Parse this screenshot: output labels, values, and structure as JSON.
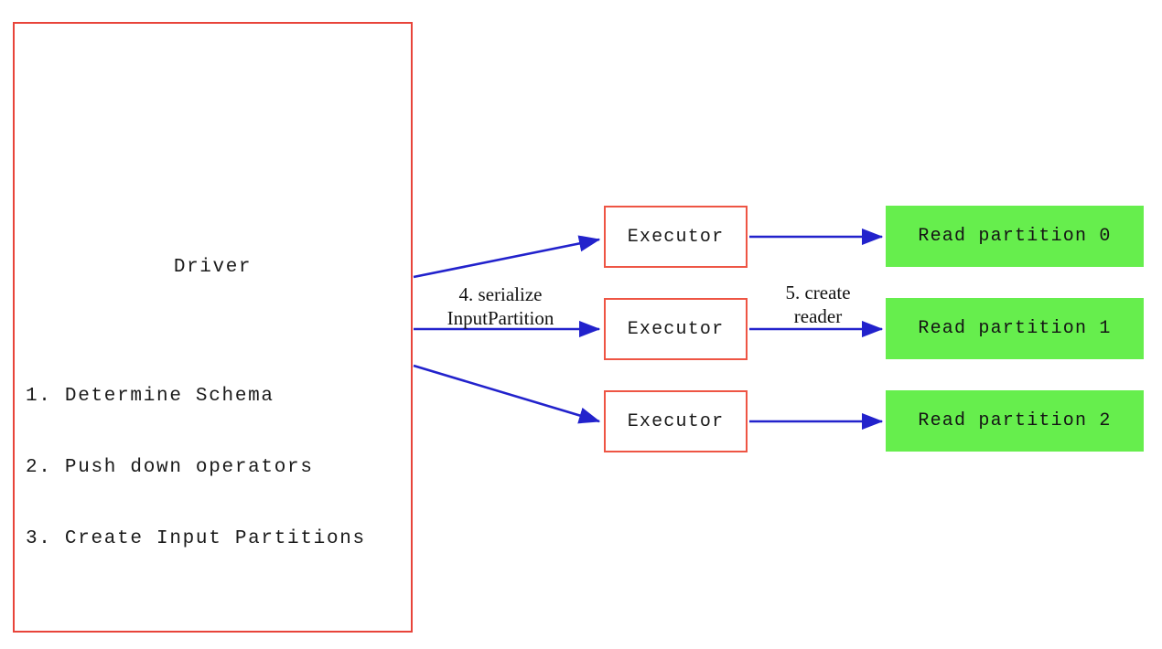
{
  "diagram": {
    "driver": {
      "title": "Driver",
      "steps": [
        "1. Determine Schema",
        "2. Push down operators",
        "3. Create Input Partitions"
      ]
    },
    "executors": [
      {
        "label": "Executor"
      },
      {
        "label": "Executor"
      },
      {
        "label": "Executor"
      }
    ],
    "partitions": [
      {
        "label": "Read partition 0"
      },
      {
        "label": "Read partition 1"
      },
      {
        "label": "Read partition 2"
      }
    ],
    "edge_labels": {
      "serialize_line1": "4. serialize",
      "serialize_line2": "InputPartition",
      "create_reader_line1": "5. create",
      "create_reader_line2": "reader"
    },
    "colors": {
      "box_border_red": "#ee5544",
      "partition_green": "#66ee4d",
      "arrow_blue": "#2222cc",
      "text_dark": "#1a1a1a",
      "background": "#ffffff"
    }
  }
}
